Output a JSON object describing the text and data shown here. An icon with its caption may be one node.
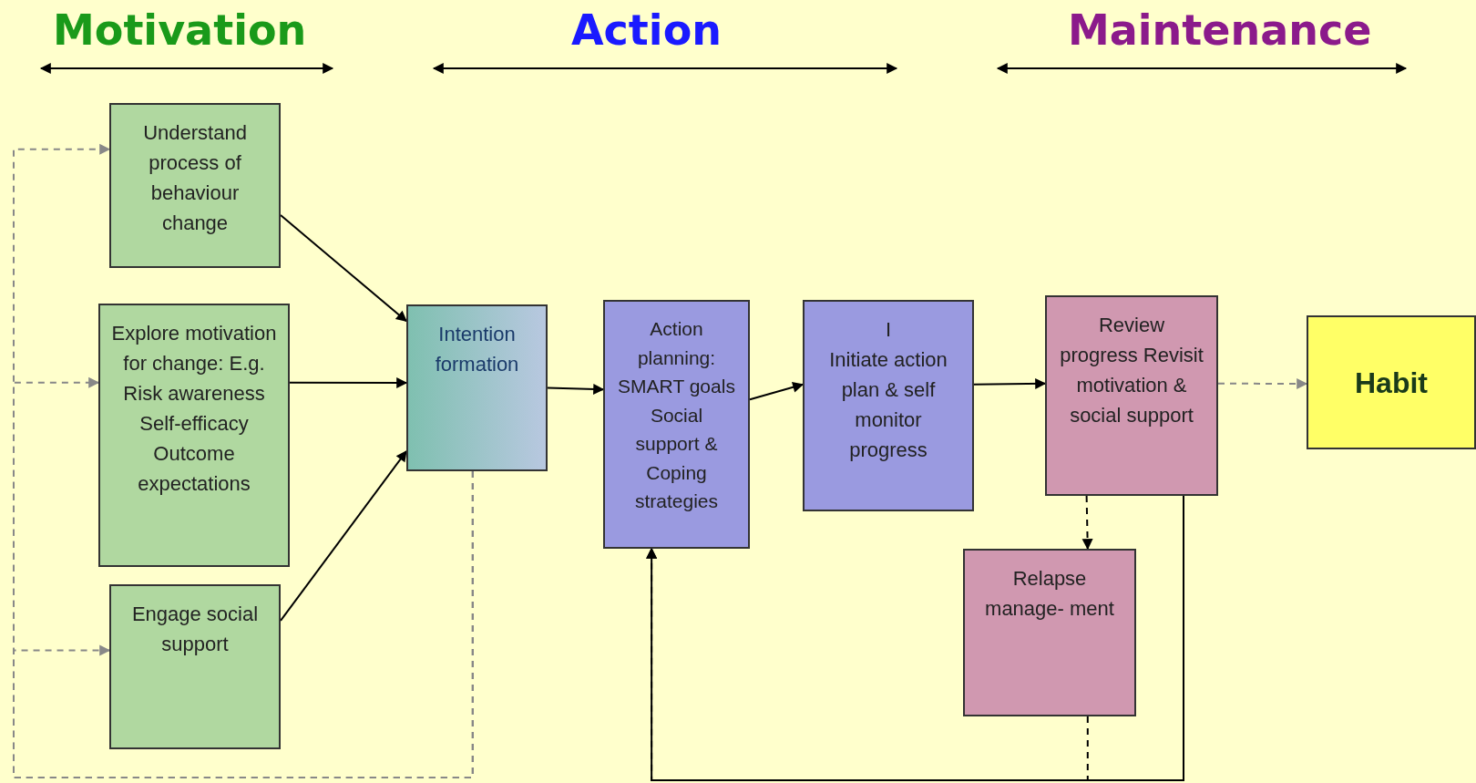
{
  "diagram": {
    "nodes": [
      {
        "text": [
          "Understand process of behaviour change"
        ]
      },
      {
        "text": [
          "Explore motivation for change: E.g. Risk awareness Self-efficacy Outcome expectations"
        ]
      },
      {
        "text": [
          "Engage social support"
        ]
      },
      {
        "text": [
          "Intention formation"
        ]
      },
      {
        "text": [
          "Action planning: SMART goals Social support & Coping strategies"
        ]
      },
      {
        "text": [
          "I",
          "Initiate action plan & self monitor progress"
        ]
      },
      {
        "text": [
          "Review progress Revisit motivation & social support"
        ]
      },
      {
        "text": [
          "Relapse manage- ment"
        ]
      },
      {
        "text": [
          "Habit"
        ]
      }
    ],
    "edges": [
      {
        "from": 0,
        "to": 3,
        "arrow": "to"
      },
      {
        "from": 1,
        "to": 3,
        "arrow": "to"
      },
      {
        "from": 2,
        "to": 3,
        "arrow": "to"
      },
      {
        "from": 3,
        "to": 4,
        "arrow": "to"
      },
      {
        "from": 4,
        "to": 5,
        "arrow": "to"
      },
      {
        "from": 5,
        "to": 6,
        "arrow": "to"
      },
      {
        "from": 6,
        "to": 8,
        "arrow": "to",
        "style": "dashed",
        "color": "#888888"
      },
      {
        "from": 6,
        "to": 7,
        "arrow": "to",
        "style": "dashed"
      },
      {
        "from": 6,
        "to": 4,
        "arrow": "to"
      },
      {
        "from": 7,
        "to": 4,
        "arrow": "to",
        "style": "dashed"
      },
      {
        "from": 3,
        "to": 0,
        "arrow": "to",
        "style": "dashed",
        "color": "#888888"
      },
      {
        "from": 3,
        "to": 1,
        "arrow": "to",
        "style": "dashed",
        "color": "#888888"
      },
      {
        "from": 3,
        "to": 2,
        "arrow": "to",
        "style": "dashed",
        "color": "#888888"
      }
    ],
    "labels": [
      "Motivation",
      "Action",
      "Maintenance"
    ]
  }
}
